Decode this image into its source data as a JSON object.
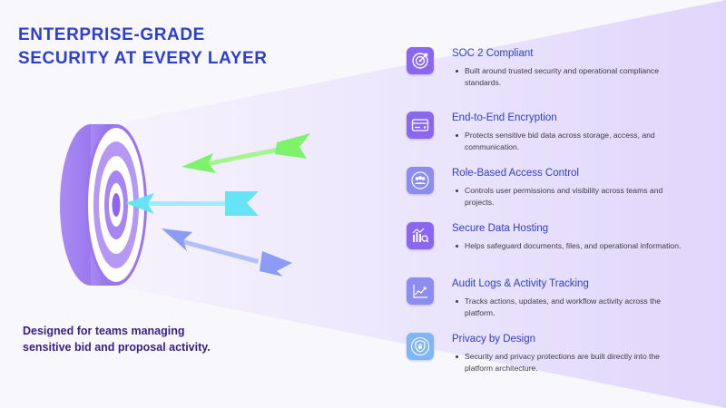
{
  "heading": {
    "line1": "ENTERPRISE-GRADE",
    "line2": "SECURITY AT EVERY LAYER"
  },
  "tagline": {
    "line1": "Designed for teams managing",
    "line2": "sensitive bid and proposal activity."
  },
  "features": [
    {
      "icon": "target-icon",
      "title": "SOC 2 Compliant",
      "description": "Built around trusted security and operational compliance standards."
    },
    {
      "icon": "card-icon",
      "title": "End-to-End Encryption",
      "description": "Protects sensitive bid data across storage, access, and communication."
    },
    {
      "icon": "users-icon",
      "title": "Role-Based Access Control",
      "description": "Controls user permissions and visibility across teams and projects."
    },
    {
      "icon": "database-search-icon",
      "title": "Secure Data Hosting",
      "description": "Helps safeguard documents, files, and operational information."
    },
    {
      "icon": "trend-chart-icon",
      "title": "Audit Logs & Activity Tracking",
      "description": "Tracks actions, updates, and workflow activity across the platform."
    },
    {
      "icon": "shield-lock-icon",
      "title": "Privacy by Design",
      "description": "Security and privacy protections are built directly into the platform architecture."
    }
  ],
  "colors": {
    "heading": "#2c3fd0",
    "tagline": "#3a1d86",
    "icon_background": "#8a67ee",
    "target_purple": "#a07ef0",
    "arrow_green": "#7df26a",
    "arrow_cyan": "#66e3f5",
    "arrow_blue": "#8c9cf4",
    "panel_lavender": "#ece7fc"
  }
}
